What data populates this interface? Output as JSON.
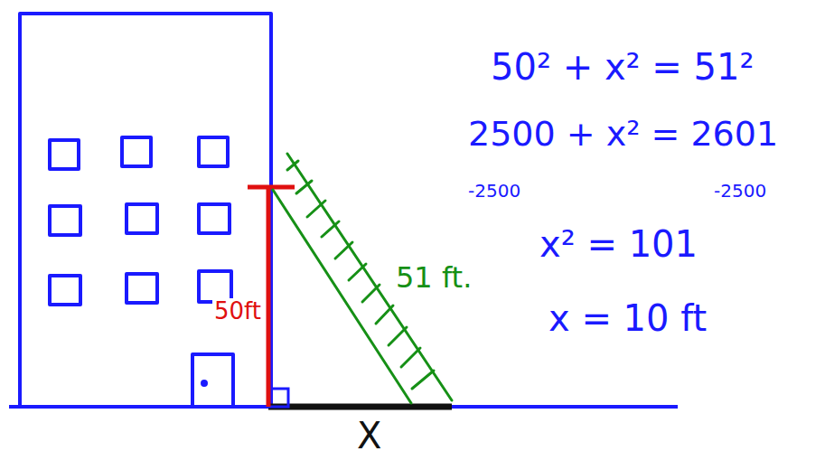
{
  "diagram": {
    "labels": [
      "50² + x² = 51²",
      "2500 + x² = 2601",
      "-2500",
      "-2500",
      "x² = 101",
      "x = 10 ft",
      "51 ft.",
      "50ft",
      "X"
    ]
  }
}
